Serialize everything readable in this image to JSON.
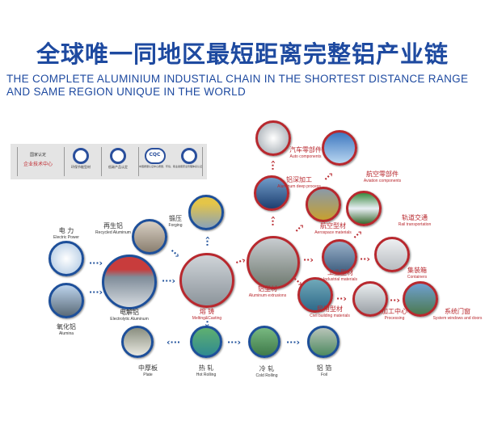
{
  "title": "全球唯一同地区最短距离完整铝产业链",
  "subtitle_line1": "THE COMPLETE ALUMINIUM INDUSTIAL CHAIN IN THE SHORTEST DISTANCE RANGE",
  "subtitle_line2": "AND SAME REGION UNIQUE IN THE WORLD",
  "certificates": [
    {
      "top": "国家认定",
      "main": "企业技术中心"
    },
    {
      "main": "环保节能型材"
    },
    {
      "main": "低碳产品认定"
    },
    {
      "badge": "CQC",
      "main": "中国质量认证中心质量、环境、职业健康安全管理体系认证"
    }
  ],
  "nodes": {
    "electric_power": {
      "zh": "电 力",
      "en": "Electric Power"
    },
    "alumina": {
      "zh": "氧化铝",
      "en": "Alumina"
    },
    "recycled": {
      "zh": "再生铝",
      "en": "Recycled Aluminum"
    },
    "electrolytic": {
      "zh": "电解铝",
      "en": "Electrolytic Aluminum"
    },
    "forging": {
      "zh": "锻压",
      "en": "Forging"
    },
    "melting": {
      "zh": "熔 铸",
      "en": "Melting&Casting"
    },
    "plate": {
      "zh": "中厚板",
      "en": "Plate"
    },
    "hot_rolling": {
      "zh": "热 轧",
      "en": "Hot Rolling"
    },
    "cold_rolling": {
      "zh": "冷 轧",
      "en": "Cold Rolling"
    },
    "foil": {
      "zh": "铝 箔",
      "en": "Foil"
    },
    "extrusions": {
      "zh": "铝型材",
      "en": "Aluminum extrusions"
    },
    "deep_processing": {
      "zh": "铝深加工",
      "en": "Aluminum deep process"
    },
    "auto": {
      "zh": "汽车零部件",
      "en": "Auto components"
    },
    "aviation": {
      "zh": "航空零部件",
      "en": "Aviation components"
    },
    "aerospace": {
      "zh": "航空型材",
      "en": "Aerospace materials"
    },
    "rail": {
      "zh": "轨道交通",
      "en": "Rail transportation"
    },
    "industrial": {
      "zh": "工业型材",
      "en": "Industrial materials"
    },
    "containers": {
      "zh": "集装箱",
      "en": "Containers"
    },
    "civil": {
      "zh": "民用型材",
      "en": "Civil building materials"
    },
    "processing": {
      "zh": "加工中心",
      "en": "Processing"
    },
    "system_doors": {
      "zh": "系统门窗",
      "en": "System windows and doors"
    }
  },
  "colors": {
    "blue": "#1d4f9a",
    "red": "#b8282e"
  }
}
